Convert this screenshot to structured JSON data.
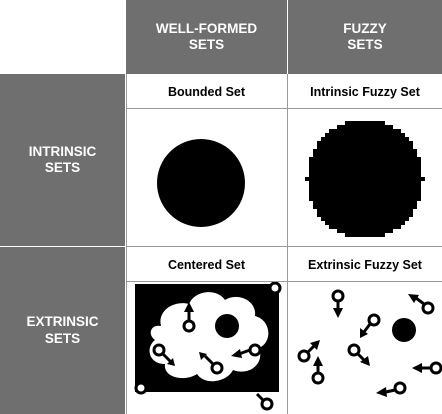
{
  "columns": [
    {
      "label": "WELL-FORMED\nSETS"
    },
    {
      "label": "FUZZY\nSETS"
    }
  ],
  "rows": [
    {
      "label": "INTRINSIC\nSETS",
      "cells": [
        "Bounded Set",
        "Intrinsic Fuzzy Set"
      ]
    },
    {
      "label": "EXTRINSIC\nSETS",
      "cells": [
        "Centered Set",
        "Extrinsic Fuzzy Set"
      ]
    }
  ],
  "colors": {
    "header_bg": "#6f6f6f",
    "header_text": "#ffffff",
    "fill": "#000000",
    "grid": "#9a9a9a"
  }
}
